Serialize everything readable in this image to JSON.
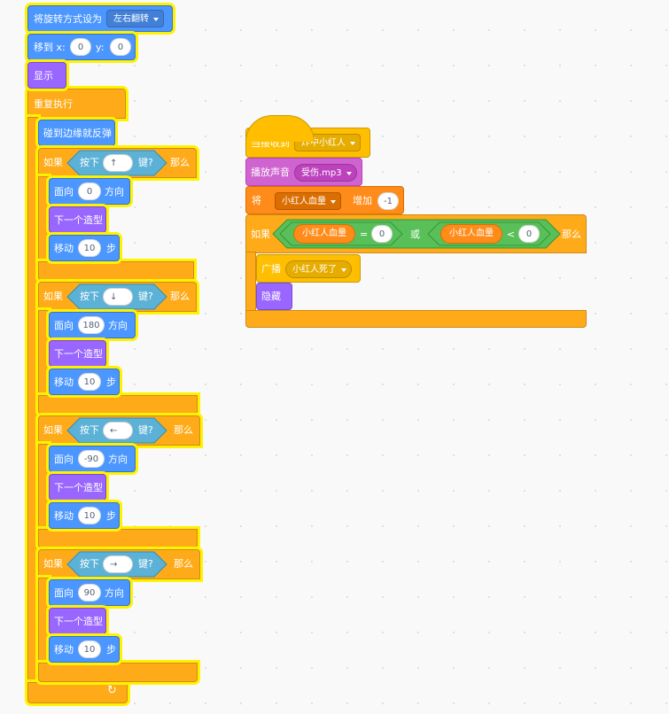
{
  "script_left": {
    "rotation_style": {
      "label": "将旋转方式设为",
      "value": "左右翻转"
    },
    "goto": {
      "label": "移到 x:",
      "x": "0",
      "y_label": "y:",
      "y": "0"
    },
    "show": {
      "label": "显示"
    },
    "forever": {
      "label": "重复执行"
    },
    "bounce": {
      "label": "碰到边缘就反弹"
    },
    "ifs": [
      {
        "if_label": "如果",
        "press_label": "按下",
        "key": "↑",
        "key_suffix": "键?",
        "then_label": "那么",
        "point_label": "面向",
        "direction": "0",
        "direction_suffix": "方向",
        "costume_label": "下一个造型",
        "move_label": "移动",
        "steps": "10",
        "steps_suffix": "步"
      },
      {
        "if_label": "如果",
        "press_label": "按下",
        "key": "↓",
        "key_suffix": "键?",
        "then_label": "那么",
        "point_label": "面向",
        "direction": "180",
        "direction_suffix": "方向",
        "costume_label": "下一个造型",
        "move_label": "移动",
        "steps": "10",
        "steps_suffix": "步"
      },
      {
        "if_label": "如果",
        "press_label": "按下",
        "key": "←",
        "key_suffix": "键?",
        "then_label": "那么",
        "point_label": "面向",
        "direction": "-90",
        "direction_suffix": "方向",
        "costume_label": "下一个造型",
        "move_label": "移动",
        "steps": "10",
        "steps_suffix": "步"
      },
      {
        "if_label": "如果",
        "press_label": "按下",
        "key": "→",
        "key_suffix": "键?",
        "then_label": "那么",
        "point_label": "面向",
        "direction": "90",
        "direction_suffix": "方向",
        "costume_label": "下一个造型",
        "move_label": "移动",
        "steps": "10",
        "steps_suffix": "步"
      }
    ],
    "loop_arrow": "↻"
  },
  "script_right": {
    "hat": {
      "label": "当接收到",
      "message": "炸中小红人"
    },
    "sound": {
      "label": "播放声音",
      "value": "受伤.mp3"
    },
    "change_var": {
      "label": "将",
      "variable": "小红人血量",
      "change_label": "增加",
      "amount": "-1"
    },
    "if_block": {
      "if_label": "如果",
      "then_label": "那么",
      "or_label": "或",
      "cond1": {
        "variable": "小红人血量",
        "op": "=",
        "value": "0"
      },
      "cond2": {
        "variable": "小红人血量",
        "op": "<",
        "value": "0"
      }
    },
    "broadcast": {
      "label": "广播",
      "message": "小红人死了"
    },
    "hide": {
      "label": "隐藏"
    }
  },
  "colors": {
    "motion": "#4c97ff",
    "looks": "#9966ff",
    "control": "#ffab19",
    "events": "#ffbf00",
    "sound": "#cf63cf",
    "variables": "#ff8c1a",
    "sensing": "#5cb1d6",
    "operators": "#59c059",
    "glow": "#fff200"
  }
}
